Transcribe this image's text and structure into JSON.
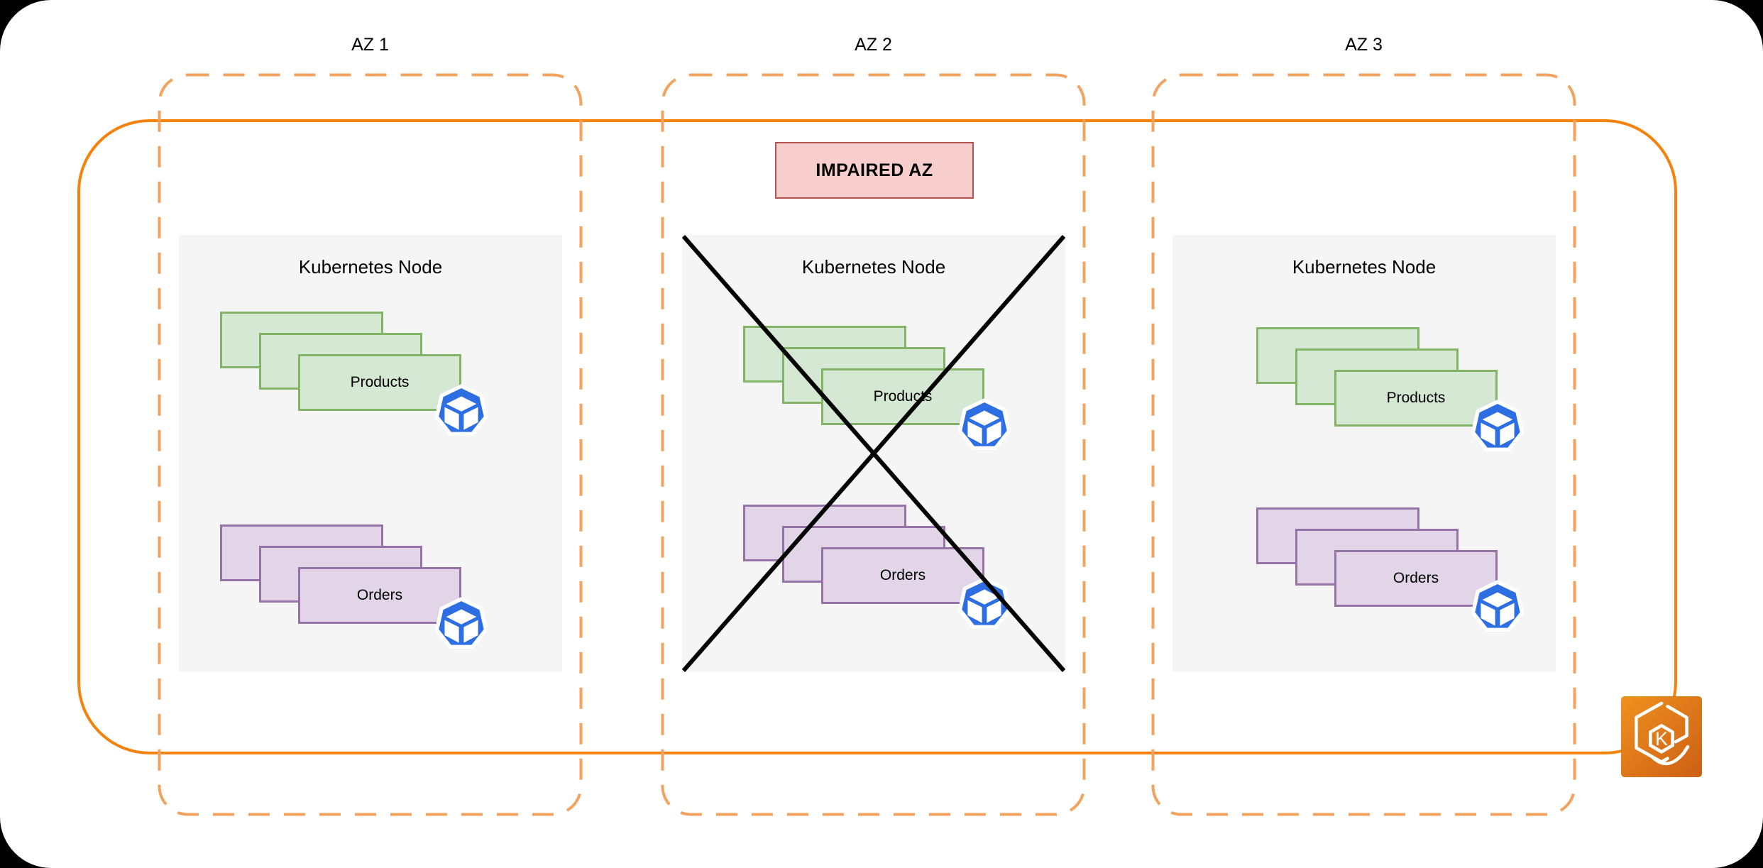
{
  "diagram_type": "EKS multi-AZ resilience diagram",
  "badge": {
    "label": "IMPAIRED AZ",
    "bg": "#F8CECC",
    "border": "#B85450"
  },
  "zones": [
    {
      "label": "AZ 1",
      "impaired": false,
      "node": {
        "title": "Kubernetes Node",
        "workloads": [
          {
            "name": "Products",
            "replicas": 3,
            "fill": "#D5E8D4",
            "border": "#82B366"
          },
          {
            "name": "Orders",
            "replicas": 3,
            "fill": "#E1D5E7",
            "border": "#9673A6"
          }
        ]
      }
    },
    {
      "label": "AZ 2",
      "impaired": true,
      "node": {
        "title": "Kubernetes Node",
        "workloads": [
          {
            "name": "Products",
            "replicas": 3,
            "fill": "#D5E8D4",
            "border": "#82B366"
          },
          {
            "name": "Orders",
            "replicas": 3,
            "fill": "#E1D5E7",
            "border": "#9673A6"
          }
        ]
      }
    },
    {
      "label": "AZ 3",
      "impaired": false,
      "node": {
        "title": "Kubernetes Node",
        "workloads": [
          {
            "name": "Products",
            "replicas": 3,
            "fill": "#D5E8D4",
            "border": "#82B366"
          },
          {
            "name": "Orders",
            "replicas": 3,
            "fill": "#E1D5E7",
            "border": "#9673A6"
          }
        ]
      }
    }
  ],
  "eks": {
    "icon": "eks-icon",
    "letter": "K"
  },
  "icons": {
    "pod": "kubernetes-pod-icon",
    "cross": "failure-cross-icon",
    "eks": "eks-icon"
  },
  "colors": {
    "az_dash": "#F2A35F",
    "cluster_border": "#F5820D",
    "node_bg": "#F5F5F5",
    "pod_blue": "#2D6FE3",
    "cross": "#000000",
    "eks_gradient_start": "#F0911E",
    "eks_gradient_end": "#CC5F15"
  }
}
